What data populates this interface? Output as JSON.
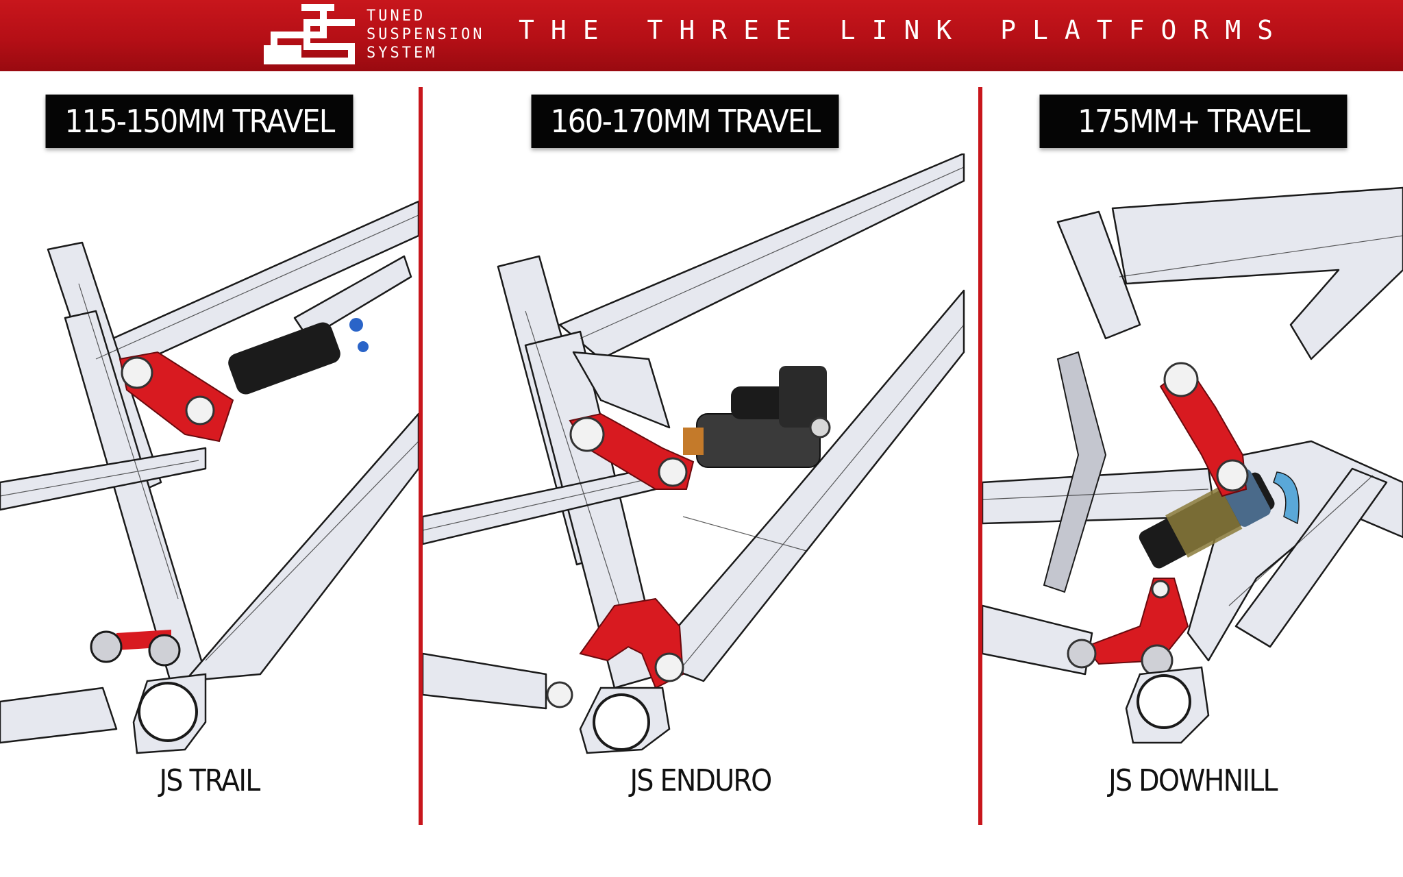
{
  "header": {
    "logo_lines": [
      "TUNED",
      "SUSPENSION",
      "SYSTEM"
    ],
    "title": "THE THREE LINK PLATFORMS"
  },
  "colors": {
    "header_red": "#c8161c",
    "link_red": "#d81a20",
    "frame_fill": "#e6e8ef",
    "frame_line": "#1a1a1a",
    "badge_black": "#050505",
    "shock_black": "#1b1b1b",
    "coil_gold": "#8a7a3a",
    "fender_blue": "#5aa8d8"
  },
  "panels": [
    {
      "travel": "115-150MM TRAVEL",
      "name": "JS TRAIL"
    },
    {
      "travel": "160-170MM TRAVEL",
      "name": "JS ENDURO"
    },
    {
      "travel": "175MM+ TRAVEL",
      "name": "JS DOWHNILL"
    }
  ]
}
